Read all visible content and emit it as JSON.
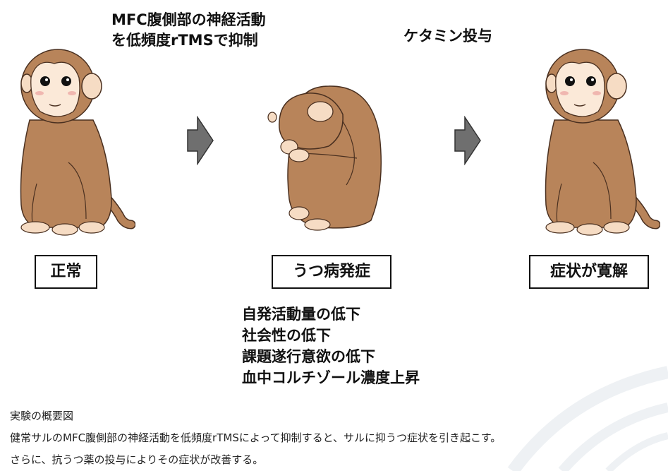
{
  "diagram": {
    "interventions": {
      "rtms": {
        "lines": [
          "MFC腹側部の神経活動",
          "を低頻度rTMSで抑制"
        ]
      },
      "ketamine": {
        "text": "ケタミン投与"
      }
    },
    "states": [
      {
        "label": "正常"
      },
      {
        "label": "うつ病発症"
      },
      {
        "label": "症状が寛解"
      }
    ],
    "symptoms": [
      "自発活動量の低下",
      "社会性の低下",
      "課題遂行意欲の低下",
      "血中コルチゾール濃度上昇"
    ],
    "colors": {
      "fur": "#b8845a",
      "fur_outline": "#4a3020",
      "face": "#fbe9d8",
      "arrow": "#6f6f6f"
    }
  },
  "caption": {
    "title": "実験の概要図",
    "lines": [
      "健常サルのMFC腹側部の神経活動を低頻度rTMSによって抑制すると、サルに抑うつ症状を引き起こす。",
      "さらに、抗うつ薬の投与によりその症状が改善する。"
    ]
  }
}
